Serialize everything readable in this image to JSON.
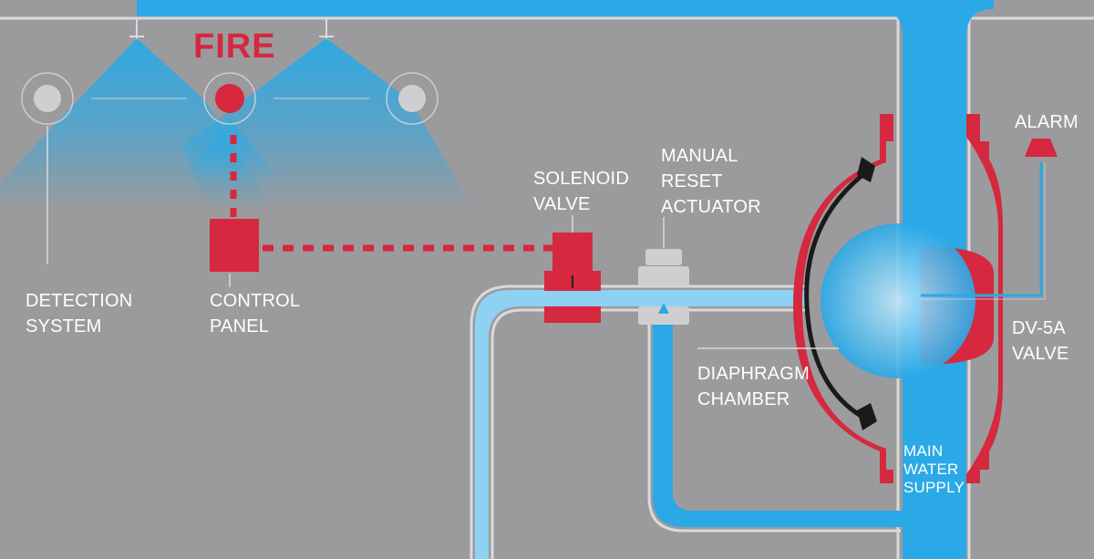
{
  "labels": {
    "fire": "FIRE",
    "detection_system": "DETECTION\nSYSTEM",
    "control_panel": "CONTROL\nPANEL",
    "solenoid_valve": "SOLENOID\nVALVE",
    "manual_reset_actuator": "MANUAL\nRESET\nACTUATOR",
    "alarm": "ALARM",
    "diaphragm_chamber": "DIAPHRAGM\nCHAMBER",
    "dv5a_valve": "DV-5A\nVALVE",
    "main_water_supply": "MAIN\nWATER\nSUPPLY"
  },
  "colors": {
    "background": "#9b9b9d",
    "water": "#2aa9e6",
    "water_light": "#8dd2f2",
    "pipe_outline": "#d9dadc",
    "valve_red": "#d6283e",
    "text": "#ffffff"
  },
  "icons": {
    "detectors": [
      "smoke-detector-icon",
      "heat-detector-fire-icon",
      "smoke-detector-icon"
    ],
    "sprinklers": [
      "sprinkler-head-icon",
      "sprinkler-head-icon"
    ],
    "alarm": "alarm-bell-icon"
  }
}
